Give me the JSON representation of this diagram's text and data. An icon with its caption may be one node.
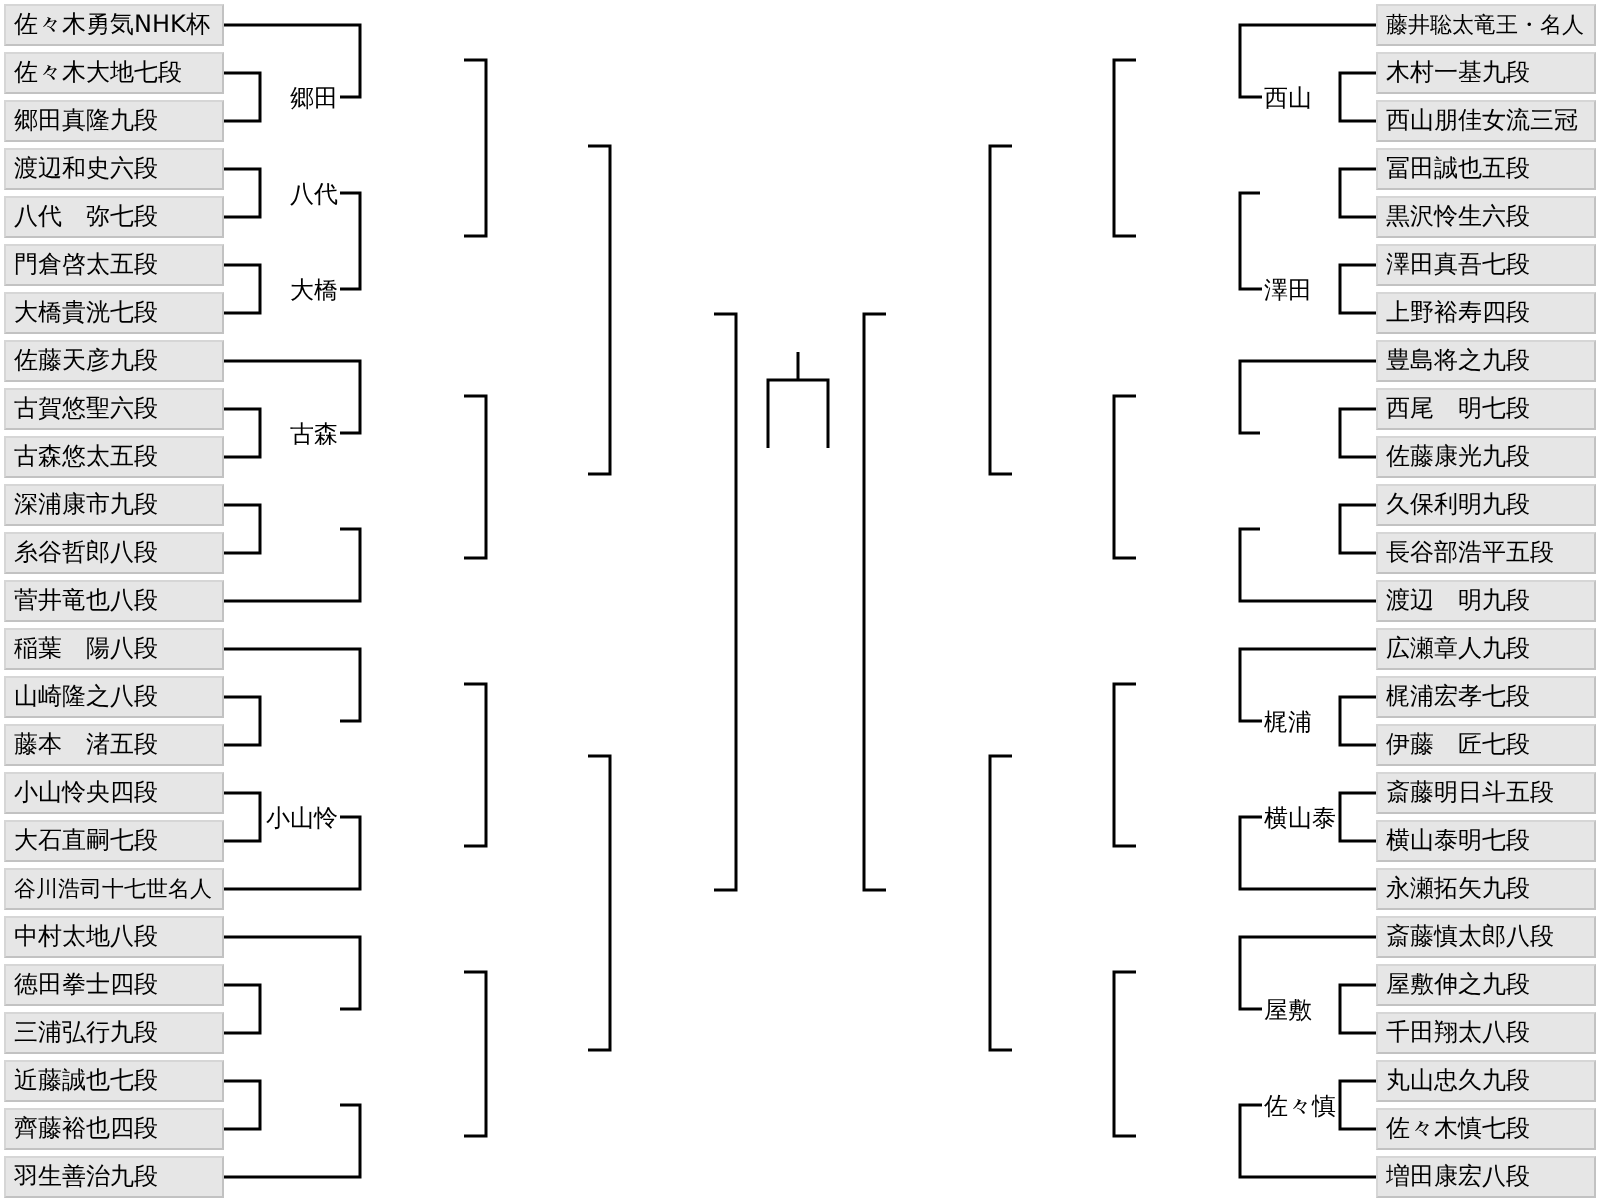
{
  "diagram": {
    "nodes": [
      {
        "text": [
          "佐々木勇気NHK杯"
        ]
      },
      {
        "text": [
          "佐々木大地七段"
        ]
      },
      {
        "text": [
          "郷田真隆九段"
        ]
      },
      {
        "text": [
          "渡辺和史六段"
        ]
      },
      {
        "text": [
          "八代　弥七段"
        ]
      },
      {
        "text": [
          "門倉啓太五段"
        ]
      },
      {
        "text": [
          "大橋貴洸七段"
        ]
      },
      {
        "text": [
          "佐藤天彦九段"
        ]
      },
      {
        "text": [
          "古賀悠聖六段"
        ]
      },
      {
        "text": [
          "古森悠太五段"
        ]
      },
      {
        "text": [
          "深浦康市九段"
        ]
      },
      {
        "text": [
          "糸谷哲郎八段"
        ]
      },
      {
        "text": [
          "菅井竜也八段"
        ]
      },
      {
        "text": [
          "稲葉　陽八段"
        ]
      },
      {
        "text": [
          "山崎隆之八段"
        ]
      },
      {
        "text": [
          "藤本　渚五段"
        ]
      },
      {
        "text": [
          "小山怜央四段"
        ]
      },
      {
        "text": [
          "大石直嗣七段"
        ]
      },
      {
        "text": [
          "谷川浩司十七世名人"
        ]
      },
      {
        "text": [
          "中村太地八段"
        ]
      },
      {
        "text": [
          "徳田拳士四段"
        ]
      },
      {
        "text": [
          "三浦弘行九段"
        ]
      },
      {
        "text": [
          "近藤誠也七段"
        ]
      },
      {
        "text": [
          "齊藤裕也四段"
        ]
      },
      {
        "text": [
          "羽生善治九段"
        ]
      },
      {
        "text": [
          "郷田"
        ]
      },
      {
        "text": [
          "八代"
        ]
      },
      {
        "text": [
          "大橋"
        ]
      },
      {
        "text": [
          "古森"
        ]
      },
      {
        "text": [
          "小山怜"
        ]
      },
      {
        "text": [
          "藤井聡太竜王・名人"
        ]
      },
      {
        "text": [
          "木村一基九段"
        ]
      },
      {
        "text": [
          "西山朋佳女流三冠"
        ]
      },
      {
        "text": [
          "冨田誠也五段"
        ]
      },
      {
        "text": [
          "黒沢怜生六段"
        ]
      },
      {
        "text": [
          "澤田真吾七段"
        ]
      },
      {
        "text": [
          "上野裕寿四段"
        ]
      },
      {
        "text": [
          "豊島将之九段"
        ]
      },
      {
        "text": [
          "西尾　明七段"
        ]
      },
      {
        "text": [
          "佐藤康光九段"
        ]
      },
      {
        "text": [
          "久保利明九段"
        ]
      },
      {
        "text": [
          "長谷部浩平五段"
        ]
      },
      {
        "text": [
          "渡辺　明九段"
        ]
      },
      {
        "text": [
          "広瀬章人九段"
        ]
      },
      {
        "text": [
          "梶浦宏孝七段"
        ]
      },
      {
        "text": [
          "伊藤　匠七段"
        ]
      },
      {
        "text": [
          "斎藤明日斗五段"
        ]
      },
      {
        "text": [
          "横山泰明七段"
        ]
      },
      {
        "text": [
          "永瀬拓矢九段"
        ]
      },
      {
        "text": [
          "斎藤慎太郎八段"
        ]
      },
      {
        "text": [
          "屋敷伸之九段"
        ]
      },
      {
        "text": [
          "千田翔太八段"
        ]
      },
      {
        "text": [
          "丸山忠久九段"
        ]
      },
      {
        "text": [
          "佐々木慎七段"
        ]
      },
      {
        "text": [
          "増田康宏八段"
        ]
      },
      {
        "text": [
          "西山"
        ]
      },
      {
        "text": [
          "澤田"
        ]
      },
      {
        "text": [
          "梶浦"
        ]
      },
      {
        "text": [
          "横山泰"
        ]
      },
      {
        "text": [
          "屋敷"
        ]
      },
      {
        "text": [
          "佐々慎"
        ]
      }
    ],
    "edges": [
      {
        "from": 0,
        "to": 25,
        "arrow": "none"
      },
      {
        "from": 1,
        "to": 2,
        "arrow": "none"
      },
      {
        "from": 3,
        "to": 4,
        "arrow": "none"
      },
      {
        "from": 26,
        "to": 27,
        "arrow": "none"
      },
      {
        "from": 5,
        "to": 6,
        "arrow": "none"
      },
      {
        "from": 7,
        "to": 28,
        "arrow": "none"
      },
      {
        "from": 8,
        "to": 9,
        "arrow": "none"
      },
      {
        "from": 10,
        "to": 11,
        "arrow": "none"
      },
      {
        "from": 12,
        "to": null,
        "arrow": "none"
      },
      {
        "from": 13,
        "to": null,
        "arrow": "none"
      },
      {
        "from": 14,
        "to": 15,
        "arrow": "none"
      },
      {
        "from": 16,
        "to": 17,
        "arrow": "none"
      },
      {
        "from": 29,
        "to": 18,
        "arrow": "none"
      },
      {
        "from": 19,
        "to": null,
        "arrow": "none"
      },
      {
        "from": 20,
        "to": 21,
        "arrow": "none"
      },
      {
        "from": 22,
        "to": 23,
        "arrow": "none"
      },
      {
        "from": 24,
        "to": null,
        "arrow": "none"
      },
      {
        "from": 30,
        "to": 55,
        "arrow": "none"
      },
      {
        "from": 31,
        "to": 32,
        "arrow": "none"
      },
      {
        "from": 33,
        "to": 34,
        "arrow": "none"
      },
      {
        "from": 56,
        "to": null,
        "arrow": "none"
      },
      {
        "from": 35,
        "to": 36,
        "arrow": "none"
      },
      {
        "from": 37,
        "to": null,
        "arrow": "none"
      },
      {
        "from": 38,
        "to": 39,
        "arrow": "none"
      },
      {
        "from": 40,
        "to": 41,
        "arrow": "none"
      },
      {
        "from": 42,
        "to": null,
        "arrow": "none"
      },
      {
        "from": 43,
        "to": 57,
        "arrow": "none"
      },
      {
        "from": 44,
        "to": 45,
        "arrow": "none"
      },
      {
        "from": 46,
        "to": 47,
        "arrow": "none"
      },
      {
        "from": 58,
        "to": 48,
        "arrow": "none"
      },
      {
        "from": 49,
        "to": 59,
        "arrow": "none"
      },
      {
        "from": 50,
        "to": 51,
        "arrow": "none"
      },
      {
        "from": 52,
        "to": 53,
        "arrow": "none"
      },
      {
        "from": 60,
        "to": 54,
        "arrow": "none"
      }
    ]
  }
}
